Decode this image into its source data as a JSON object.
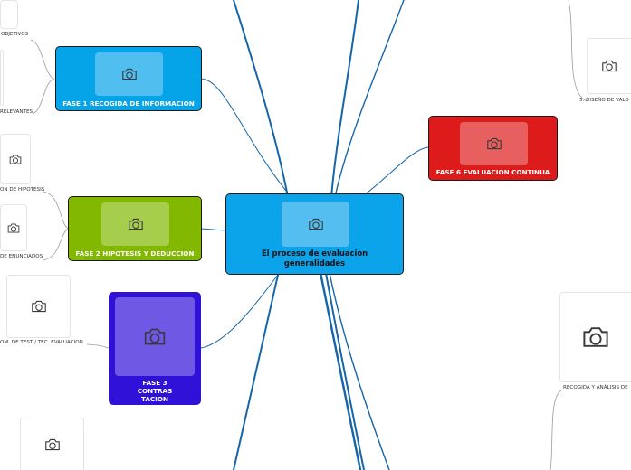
{
  "central": {
    "title_line1": "El proceso de evaluacion",
    "title_line2": "generalidades"
  },
  "phases": [
    {
      "label": "FASE 1 RECOGIDA DE INFORMACION"
    },
    {
      "label": "FASE 2 HIPOTESIS Y DEDUCCION"
    },
    {
      "label_line1": "FASE 3",
      "label_line2": "CONTRAS",
      "label_line3": "TACION"
    },
    {
      "label": "FASE 6 EVALUACION CONTINUA"
    }
  ],
  "leaves": [
    {
      "label": "OBJETIVOS"
    },
    {
      "label": "RELEVANTES"
    },
    {
      "label": "ON DE HIPOTESIS"
    },
    {
      "label": "DE ENUNCIADOS"
    },
    {
      "label": "OM. DE TEST / TEC. EVALUACION"
    },
    {
      "label": "5. DISEÑO DE VALO"
    },
    {
      "label": "RECOGIDA Y ANÁLISIS DE"
    }
  ],
  "colors": {
    "central": "#0ba3ea",
    "phase1": "#05a3e8",
    "phase2": "#82b800",
    "phase3": "#3011d8",
    "phase6": "#dd1b1b",
    "branch": "#1565a8"
  },
  "icons": {
    "image_placeholder": "camera-icon"
  }
}
